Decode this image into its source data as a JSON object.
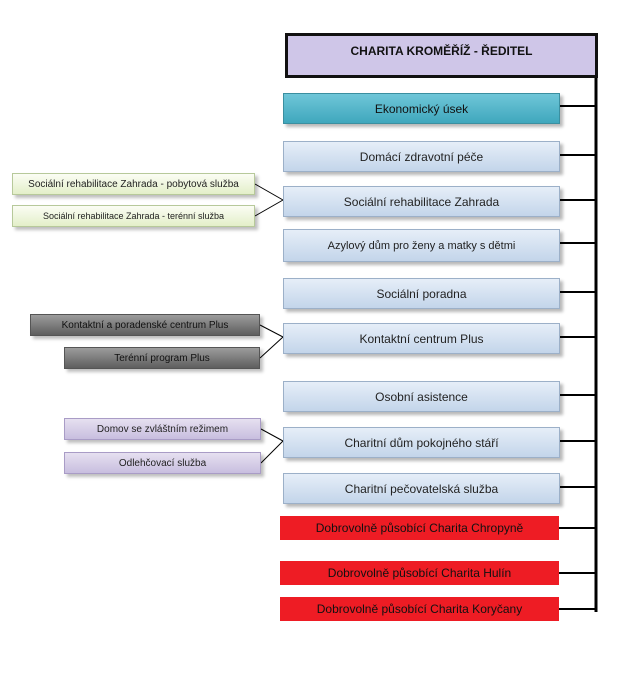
{
  "director": "CHARITA KROMĚŘÍŽ - ŘEDITEL",
  "units": [
    "Ekonomický úsek",
    "Domácí zdravotní péče",
    "Sociální rehabilitace Zahrada",
    "Azylový dům pro ženy a matky s dětmi",
    "Sociální poradna",
    "Kontaktní centrum Plus",
    "Osobní asistence",
    "Charitní dům pokojného stáří",
    "Charitní pečovatelská služba",
    "Dobrovolně působící Charita Chropyně",
    "Dobrovolně působící Charita Hulín",
    "Dobrovolně působící Charita Koryčany"
  ],
  "sub_units": {
    "zahrada": [
      "Sociální  rehabilitace Zahrada - pobytová služba",
      "Sociální rehabilitace Zahrada - terénní služba"
    ],
    "kontakt": [
      "Kontaktní a poradenské centrum Plus",
      "Terénní program Plus"
    ],
    "dum": [
      "Domov se zvláštním režimem",
      "Odlehčovací služba"
    ]
  },
  "colors": {
    "director": "#cfc6e8",
    "economic": "#3fa7bd",
    "unit": "#c3d5ea",
    "volunteer": "#ee1c24",
    "sub_green": "#e3efc9",
    "sub_gray": "#5e5e5e",
    "sub_lilac": "#c8bedf"
  }
}
